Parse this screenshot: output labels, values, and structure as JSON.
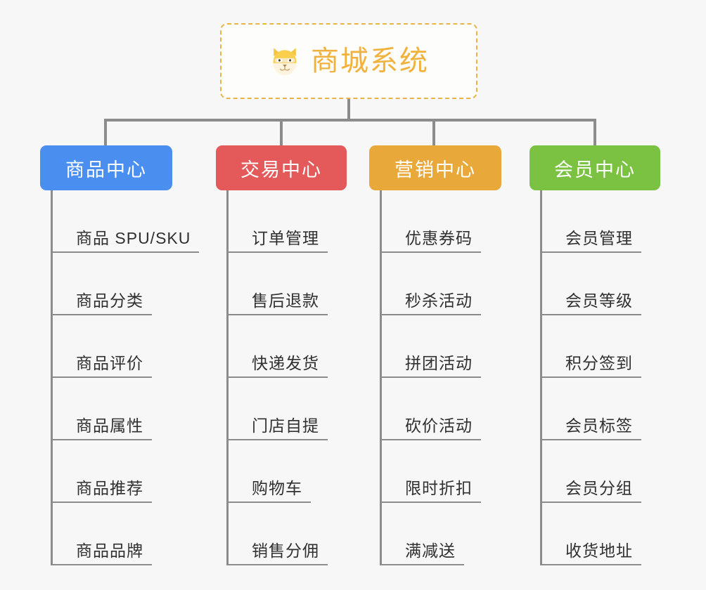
{
  "diagram": {
    "type": "mindmap",
    "background_color": "#f7f7f7",
    "root": {
      "title": "商城系统",
      "icon": "shiba-dog-face-icon",
      "text_color": "#f0b23c",
      "border_color": "#e8b44a",
      "border_style": "dashed"
    },
    "connector_color": "#8c8c8c",
    "branches": [
      {
        "label": "商品中心",
        "color": "#4a8ef0",
        "items": [
          "商品 SPU/SKU",
          "商品分类",
          "商品评价",
          "商品属性",
          "商品推荐",
          "商品品牌"
        ]
      },
      {
        "label": "交易中心",
        "color": "#e45a5a",
        "items": [
          "订单管理",
          "售后退款",
          "快递发货",
          "门店自提",
          "购物车",
          "销售分佣"
        ]
      },
      {
        "label": "营销中心",
        "color": "#e9a93a",
        "items": [
          "优惠券码",
          "秒杀活动",
          "拼团活动",
          "砍价活动",
          "限时折扣",
          "满减送"
        ]
      },
      {
        "label": "会员中心",
        "color": "#7cc242",
        "items": [
          "会员管理",
          "会员等级",
          "积分签到",
          "会员标签",
          "会员分组",
          "收货地址"
        ]
      }
    ]
  }
}
